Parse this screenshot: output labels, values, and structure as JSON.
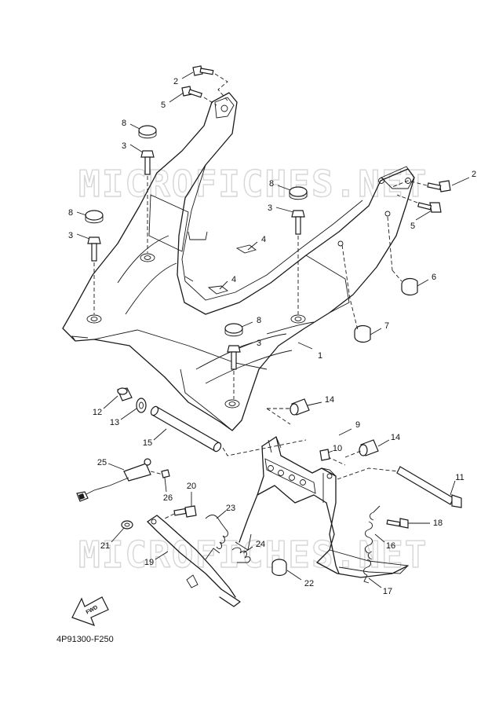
{
  "watermark": "MICROFICHES.NET",
  "diagram_code": "4P91300-F250",
  "fwd_label": "FWD",
  "callouts": [
    "1",
    "2",
    "2",
    "3",
    "3",
    "3",
    "3",
    "4",
    "4",
    "5",
    "5",
    "6",
    "7",
    "8",
    "8",
    "8",
    "8",
    "9",
    "10",
    "11",
    "12",
    "13",
    "14",
    "14",
    "15",
    "16",
    "17",
    "18",
    "19",
    "20",
    "21",
    "22",
    "23",
    "24",
    "25",
    "26"
  ]
}
